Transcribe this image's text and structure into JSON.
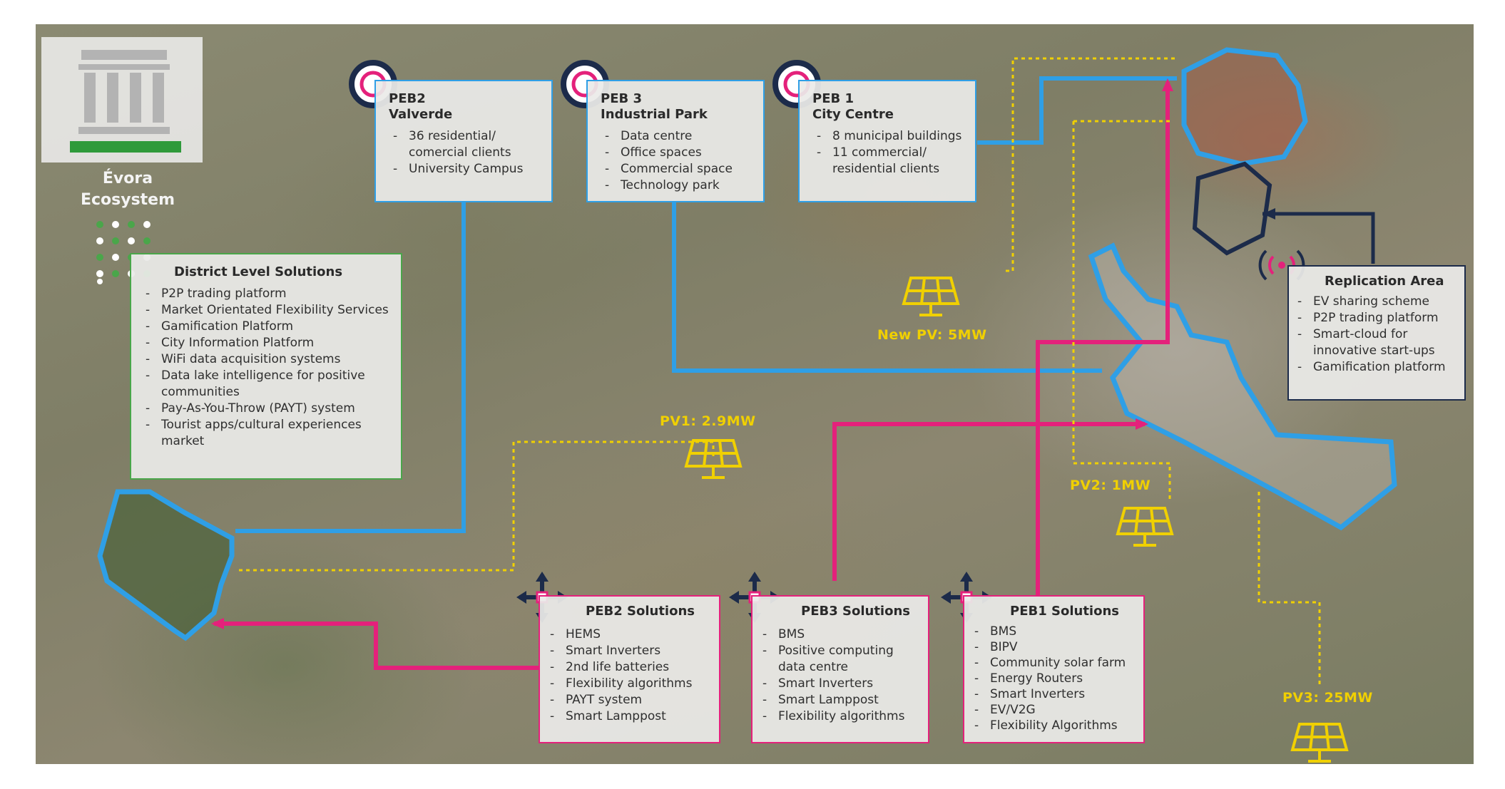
{
  "logo": {
    "name": "Évora Ecosystem"
  },
  "district": {
    "title": "District Level Solutions",
    "items": [
      "P2P trading platform",
      "Market Orientated Flexibility Services",
      "Gamification Platform",
      "City Information Platform",
      "WiFi data acquisition systems",
      "Data lake intelligence for positive communities",
      "Pay-As-You-Throw (PAYT) system",
      "Tourist apps/cultural experiences market"
    ]
  },
  "peb2": {
    "title": "PEB2",
    "subtitle": "Valverde",
    "items": [
      "36 residential/ comercial clients",
      "University Campus"
    ]
  },
  "peb3": {
    "title": "PEB 3",
    "subtitle": "Industrial Park",
    "items": [
      "Data centre",
      "Office spaces",
      "Commercial space",
      "Technology park"
    ]
  },
  "peb1": {
    "title": "PEB 1",
    "subtitle": "City Centre",
    "items": [
      "8 municipal buildings",
      "11 commercial/ residential clients"
    ]
  },
  "replication": {
    "title": "Replication Area",
    "items": [
      "EV sharing scheme",
      "P2P trading platform",
      "Smart-cloud for innovative start-ups",
      "Gamification platform"
    ]
  },
  "sol2": {
    "title": "PEB2 Solutions",
    "items": [
      "HEMS",
      "Smart Inverters",
      "2nd life batteries",
      "Flexibility algorithms",
      "PAYT system",
      "Smart Lamppost"
    ]
  },
  "sol3": {
    "title": "PEB3 Solutions",
    "items": [
      "BMS",
      "Positive computing data centre",
      "Smart Inverters",
      "Smart Lamppost",
      "Flexibility algorithms"
    ]
  },
  "sol1": {
    "title": "PEB1 Solutions",
    "items": [
      "BMS",
      "BIPV",
      "Community solar farm",
      "Energy Routers",
      "Smart Inverters",
      "EV/V2G",
      "Flexibility Algorithms"
    ]
  },
  "pv": {
    "newpv": "New PV: 5MW",
    "pv1": "PV1: 2.9MW",
    "pv2": "PV2: 1MW",
    "pv3": "PV3: 25MW"
  },
  "colors": {
    "blue": "#2f9fe6",
    "pink": "#e4217b",
    "navy": "#1c2b4a",
    "yellow": "#f0d000",
    "green": "#4aa64a"
  }
}
